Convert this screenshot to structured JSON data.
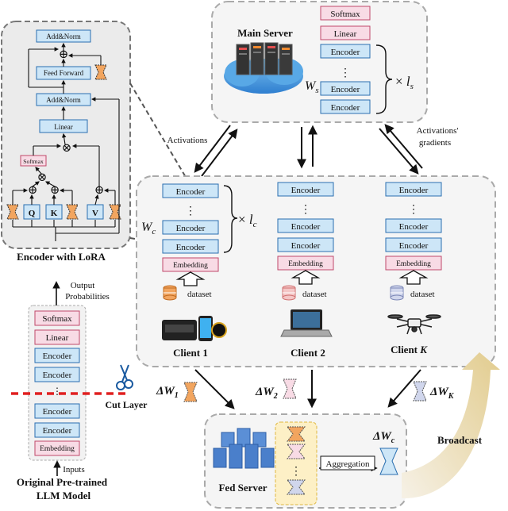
{
  "encoder_lora": {
    "caption": "Encoder with LoRA",
    "add_norm_top": "Add&Norm",
    "feed_forward": "Feed Forward",
    "add_norm_mid": "Add&Norm",
    "linear": "Linear",
    "softmax": "Softmax",
    "q": "Q",
    "k": "K",
    "v": "V",
    "plus": "⊕",
    "times": "⊗"
  },
  "main_server": {
    "title": "Main Server",
    "weight_label": "W",
    "weight_sub": "s",
    "stack": [
      "Softmax",
      "Linear",
      "Encoder",
      "Encoder",
      "Encoder"
    ],
    "dots": "⋮",
    "repeat_prefix": "× ",
    "repeat_var": "l",
    "repeat_sub": "s"
  },
  "links": {
    "activations": "Activations",
    "activations_gradients_1": "Activations'",
    "activations_gradients_2": "gradients"
  },
  "clients": [
    {
      "name": "Client 1",
      "name_suffix": ""
    },
    {
      "name": "Client 2",
      "name_suffix": ""
    },
    {
      "name": "Client ",
      "name_suffix": "K"
    }
  ],
  "client_common": {
    "encoder": "Encoder",
    "embedding": "Embedding",
    "dataset": "dataset",
    "dots": "⋮"
  },
  "client1": {
    "weight_label": "W",
    "weight_sub": "c",
    "repeat_prefix": "× ",
    "repeat_var": "l",
    "repeat_sub": "c"
  },
  "deltas": [
    {
      "sym": "ΔW",
      "sub": "1"
    },
    {
      "sym": "ΔW",
      "sub": "2"
    },
    {
      "sym": "ΔW",
      "sub": "K"
    }
  ],
  "fed": {
    "server": "Fed Server",
    "aggregation": "Aggregation",
    "delta_sym": "ΔW",
    "delta_sub": "c",
    "broadcast": "Broadcast"
  },
  "original": {
    "output_1": "Output",
    "output_2": "Probabilities",
    "stack_top": [
      "Softmax",
      "Linear",
      "Encoder",
      "Encoder"
    ],
    "stack_bottom": [
      "Encoder",
      "Encoder",
      "Embedding"
    ],
    "inputs": "Inputs",
    "cut_layer": "Cut Layer",
    "caption_1": "Original Pre-trained",
    "caption_2": "LLM Model"
  },
  "colors": {
    "encoder_fill": "#cde6f7",
    "encoder_stroke": "#2a6fb0",
    "pink_fill": "#f8dbe5",
    "pink_stroke": "#c0486a",
    "orange": "#f2a55f",
    "panel_fill": "#f5f5f5",
    "lora_panel": "#ebebeb",
    "cut_line": "#e02020"
  }
}
